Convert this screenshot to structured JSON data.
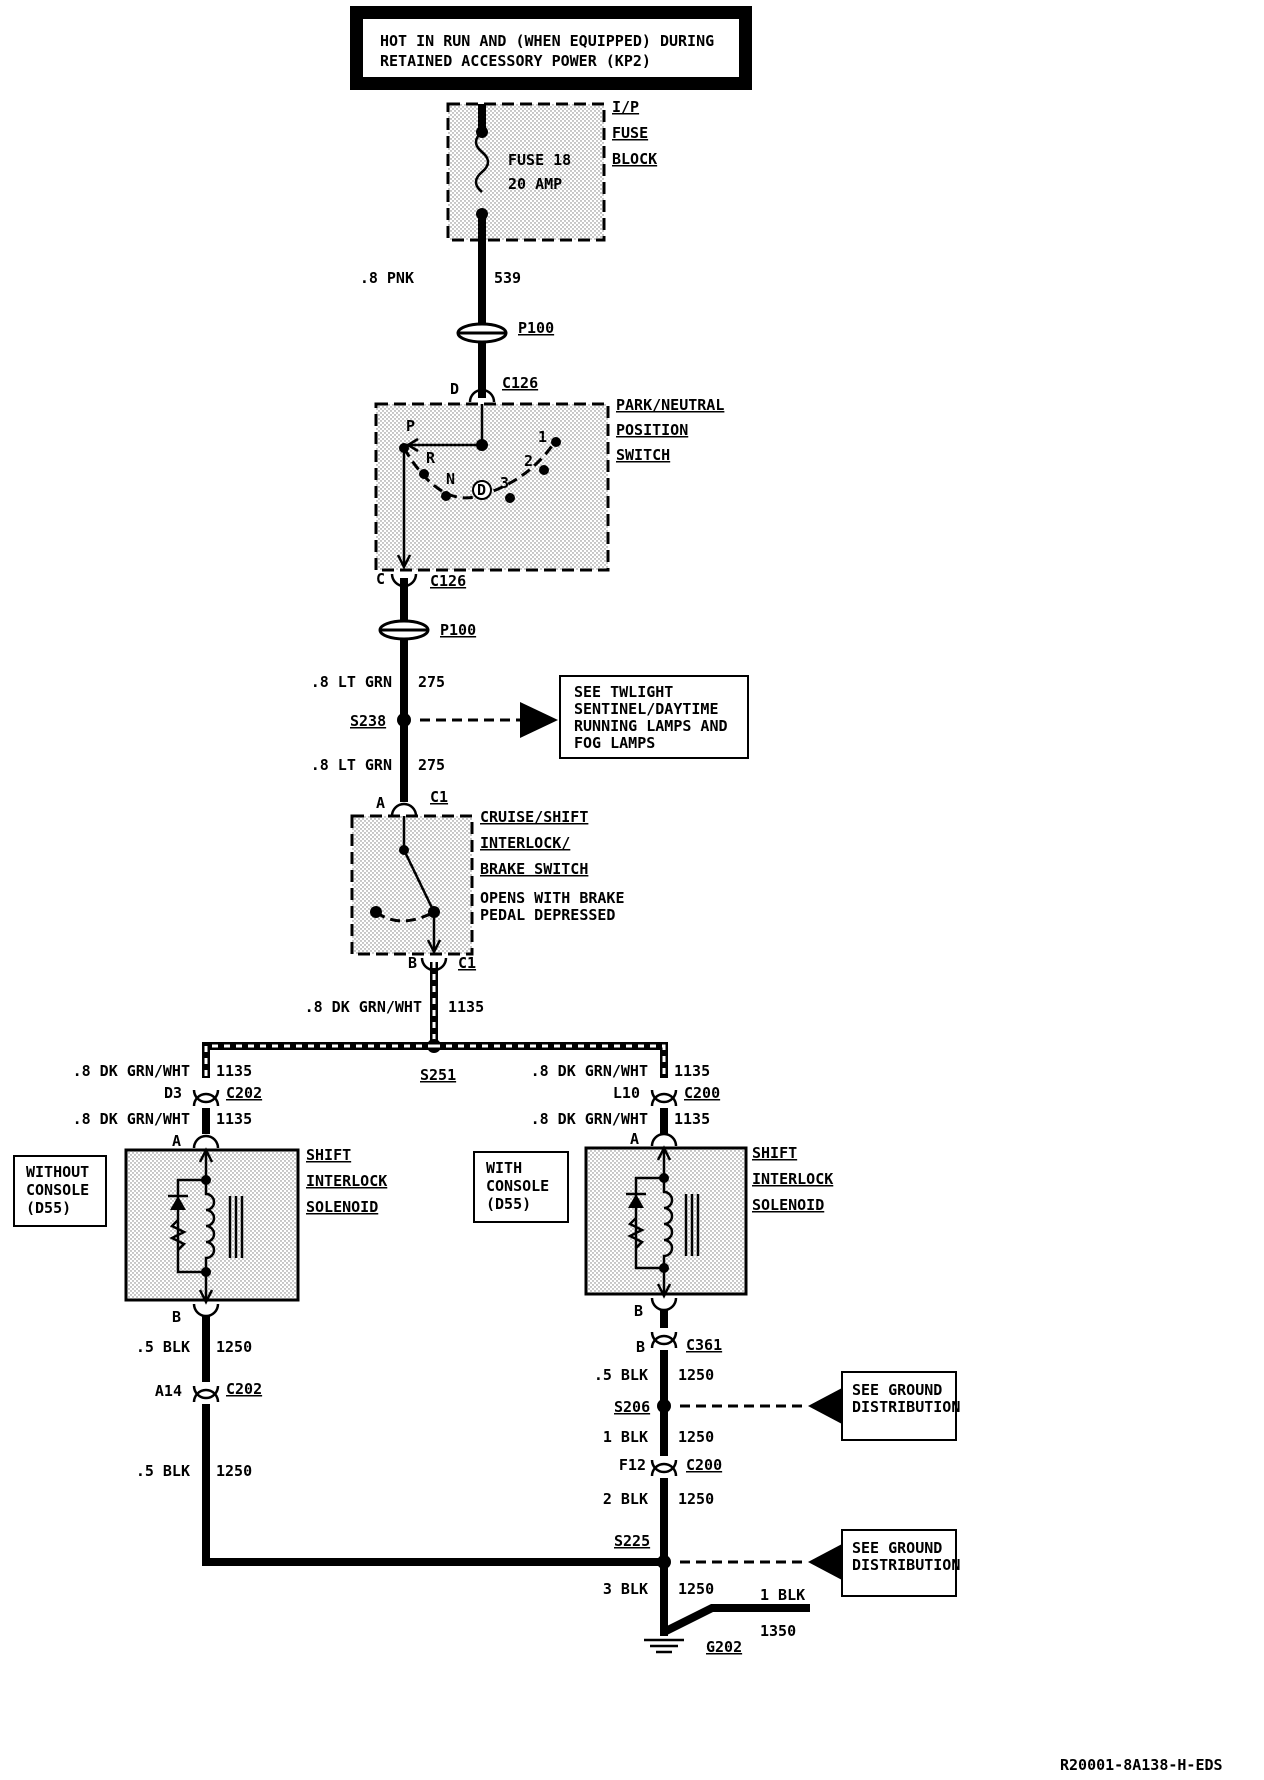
{
  "header": {
    "line1": "HOT IN RUN AND (WHEN EQUIPPED) DURING",
    "line2": "RETAINED ACCESSORY POWER (KP2)"
  },
  "fuse_block": {
    "label1": "I/P",
    "label2": "FUSE",
    "label3": "BLOCK",
    "fuse": "FUSE 18",
    "amp": "20 AMP"
  },
  "w539": {
    "gauge": ".8 PNK",
    "circuit": "539"
  },
  "p100_top": "P100",
  "p100_bottom": "P100",
  "pn_switch": {
    "pin_top": "D",
    "conn_top": "C126",
    "pin_bot": "C",
    "conn_bot": "C126",
    "label1": "PARK/NEUTRAL",
    "label2": "POSITION",
    "label3": "SWITCH",
    "positions": {
      "p": "P",
      "r": "R",
      "n": "N",
      "d": "D",
      "three": "3",
      "two": "2",
      "one": "1"
    }
  },
  "w275a": {
    "gauge": ".8 LT GRN",
    "circuit": "275"
  },
  "s238": "S238",
  "note_twilight": {
    "l1": "SEE TWLIGHT",
    "l2": "SENTINEL/DAYTIME",
    "l3": "RUNNING LAMPS AND",
    "l4": "FOG LAMPS"
  },
  "w275b": {
    "gauge": ".8 LT GRN",
    "circuit": "275"
  },
  "brake_switch": {
    "pin_top": "A",
    "conn_top": "C1",
    "pin_bot": "B",
    "conn_bot": "C1",
    "label1": "CRUISE/SHIFT",
    "label2": "INTERLOCK/",
    "label3": "BRAKE SWITCH",
    "desc1": "OPENS WITH BRAKE",
    "desc2": "PEDAL DEPRESSED"
  },
  "w1135_main": {
    "gauge": ".8 DK GRN/WHT",
    "circuit": "1135"
  },
  "s251": "S251",
  "left_branch": {
    "gauge1": ".8 DK GRN/WHT",
    "circuit1": "1135",
    "pin": "D3",
    "conn": "C202",
    "gauge2": ".8 DK GRN/WHT",
    "circuit2": "1135",
    "sol_pin_a": "A",
    "sol_pin_b": "B",
    "note": {
      "l1": "WITHOUT",
      "l2": "CONSOLE",
      "l3": "(D55)"
    },
    "sol_label1": "SHIFT",
    "sol_label2": "INTERLOCK",
    "sol_label3": "SOLENOID",
    "gauge3": ".5 BLK",
    "circuit3": "1250",
    "pin2": "A14",
    "conn2": "C202",
    "gauge4": ".5 BLK",
    "circuit4": "1250"
  },
  "right_branch": {
    "gauge1": ".8 DK GRN/WHT",
    "circuit1": "1135",
    "pin": "L10",
    "conn": "C200",
    "gauge2": ".8 DK GRN/WHT",
    "circuit2": "1135",
    "sol_pin_a": "A",
    "sol_pin_b": "B",
    "note": {
      "l1": "WITH",
      "l2": "CONSOLE",
      "l3": "(D55)"
    },
    "sol_label1": "SHIFT",
    "sol_label2": "INTERLOCK",
    "sol_label3": "SOLENOID",
    "pin_b2": "B",
    "conn_c361": "C361",
    "gauge3": ".5 BLK",
    "circuit3": "1250",
    "s206": "S206",
    "gauge4": "1 BLK",
    "circuit4": "1250",
    "pin_f12": "F12",
    "conn_c200": "C200",
    "gauge5": "2 BLK",
    "circuit5": "1250"
  },
  "s225": "S225",
  "note_ground1": {
    "l1": "SEE GROUND",
    "l2": "DISTRIBUTION"
  },
  "note_ground2": {
    "l1": "SEE GROUND",
    "l2": "DISTRIBUTION"
  },
  "ground": {
    "gauge": "3 BLK",
    "circuit": "1250",
    "gauge2": "1 BLK",
    "circuit2": "1350",
    "g202": "G202"
  },
  "footer_code": "R20001-8A138-H-EDS"
}
